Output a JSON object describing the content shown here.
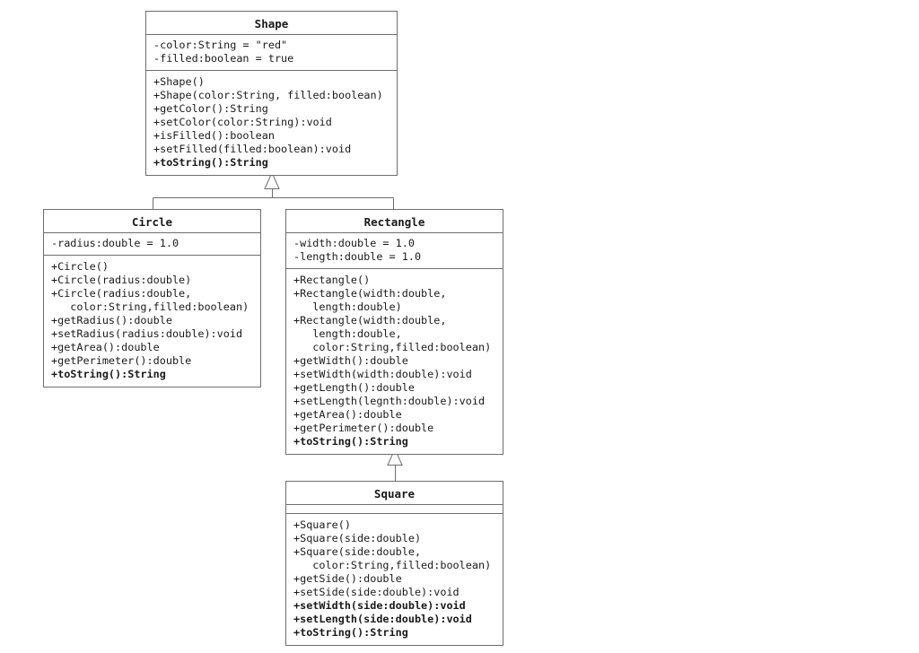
{
  "page": {
    "background_color": "#ffffff",
    "border_color": "#6e6e6e",
    "text_color": "#1a1a1a"
  },
  "diagram": {
    "type": "uml-class-diagram",
    "classes": [
      {
        "name": "Shape",
        "attributes": [
          "-color:String = \"red\"",
          "-filled:boolean = true"
        ],
        "methods": [
          {
            "text": "+Shape()",
            "bold": false
          },
          {
            "text": "+Shape(color:String, filled:boolean)",
            "bold": false
          },
          {
            "text": "+getColor():String",
            "bold": false
          },
          {
            "text": "+setColor(color:String):void",
            "bold": false
          },
          {
            "text": "+isFilled():boolean",
            "bold": false
          },
          {
            "text": "+setFilled(filled:boolean):void",
            "bold": false
          },
          {
            "text": "+toString():String",
            "bold": true
          }
        ]
      },
      {
        "name": "Circle",
        "attributes": [
          "-radius:double = 1.0"
        ],
        "methods": [
          {
            "text": "+Circle()",
            "bold": false
          },
          {
            "text": "+Circle(radius:double)",
            "bold": false
          },
          {
            "text": "+Circle(radius:double,",
            "bold": false
          },
          {
            "text": "   color:String,filled:boolean)",
            "bold": false
          },
          {
            "text": "+getRadius():double",
            "bold": false
          },
          {
            "text": "+setRadius(radius:double):void",
            "bold": false
          },
          {
            "text": "+getArea():double",
            "bold": false
          },
          {
            "text": "+getPerimeter():double",
            "bold": false
          },
          {
            "text": "+toString():String",
            "bold": true
          }
        ]
      },
      {
        "name": "Rectangle",
        "attributes": [
          "-width:double = 1.0",
          "-length:double = 1.0"
        ],
        "methods": [
          {
            "text": "+Rectangle()",
            "bold": false
          },
          {
            "text": "+Rectangle(width:double,",
            "bold": false
          },
          {
            "text": "   length:double)",
            "bold": false
          },
          {
            "text": "+Rectangle(width:double,",
            "bold": false
          },
          {
            "text": "   length:double,",
            "bold": false
          },
          {
            "text": "   color:String,filled:boolean)",
            "bold": false
          },
          {
            "text": "+getWidth():double",
            "bold": false
          },
          {
            "text": "+setWidth(width:double):void",
            "bold": false
          },
          {
            "text": "+getLength():double",
            "bold": false
          },
          {
            "text": "+setLength(legnth:double):void",
            "bold": false
          },
          {
            "text": "+getArea():double",
            "bold": false
          },
          {
            "text": "+getPerimeter():double",
            "bold": false
          },
          {
            "text": "+toString():String",
            "bold": true
          }
        ]
      },
      {
        "name": "Square",
        "attributes": [],
        "methods": [
          {
            "text": "+Square()",
            "bold": false
          },
          {
            "text": "+Square(side:double)",
            "bold": false
          },
          {
            "text": "+Square(side:double,",
            "bold": false
          },
          {
            "text": "   color:String,filled:boolean)",
            "bold": false
          },
          {
            "text": "+getSide():double",
            "bold": false
          },
          {
            "text": "+setSide(side:double):void",
            "bold": false
          },
          {
            "text": "+setWidth(side:double):void",
            "bold": true
          },
          {
            "text": "+setLength(side:double):void",
            "bold": true
          },
          {
            "text": "+toString():String",
            "bold": true
          }
        ]
      }
    ],
    "relationships": [
      {
        "type": "inheritance",
        "child": "Circle",
        "parent": "Shape"
      },
      {
        "type": "inheritance",
        "child": "Rectangle",
        "parent": "Shape"
      },
      {
        "type": "inheritance",
        "child": "Square",
        "parent": "Rectangle"
      }
    ]
  }
}
